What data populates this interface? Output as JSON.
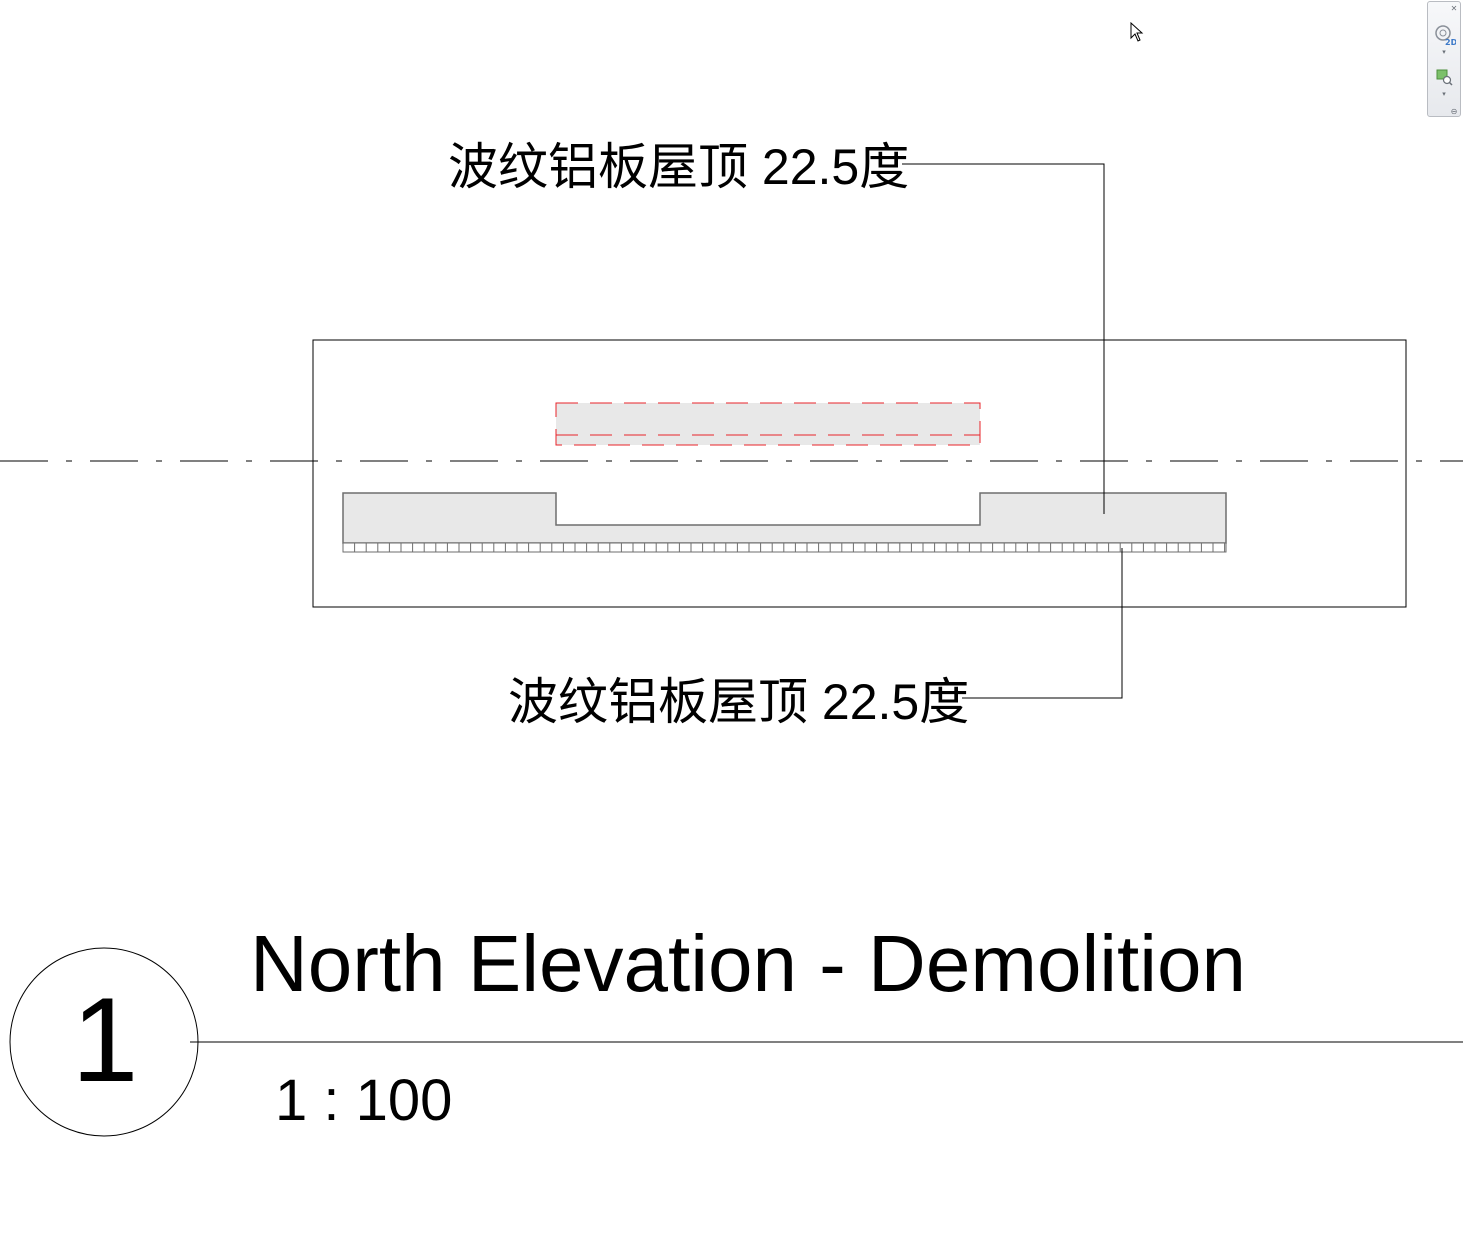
{
  "drawing": {
    "upper_tag": "波纹铝板屋顶 22.5度",
    "lower_tag": "波纹铝板屋顶 22.5度",
    "view_title": "North Elevation - Demolition",
    "view_number": "1",
    "view_scale": "1 : 100"
  },
  "navigation_bar": {
    "close_icon": "close-icon",
    "steering_wheel_icon": "2d-wheel-icon",
    "zoom_icon": "zoom-region-icon",
    "options_icon": "options-icon"
  },
  "colors": {
    "line": "#000000",
    "element_fill": "#e8e8e8",
    "element_edge": "#6e6e6e",
    "demolished": "#e8232a"
  }
}
